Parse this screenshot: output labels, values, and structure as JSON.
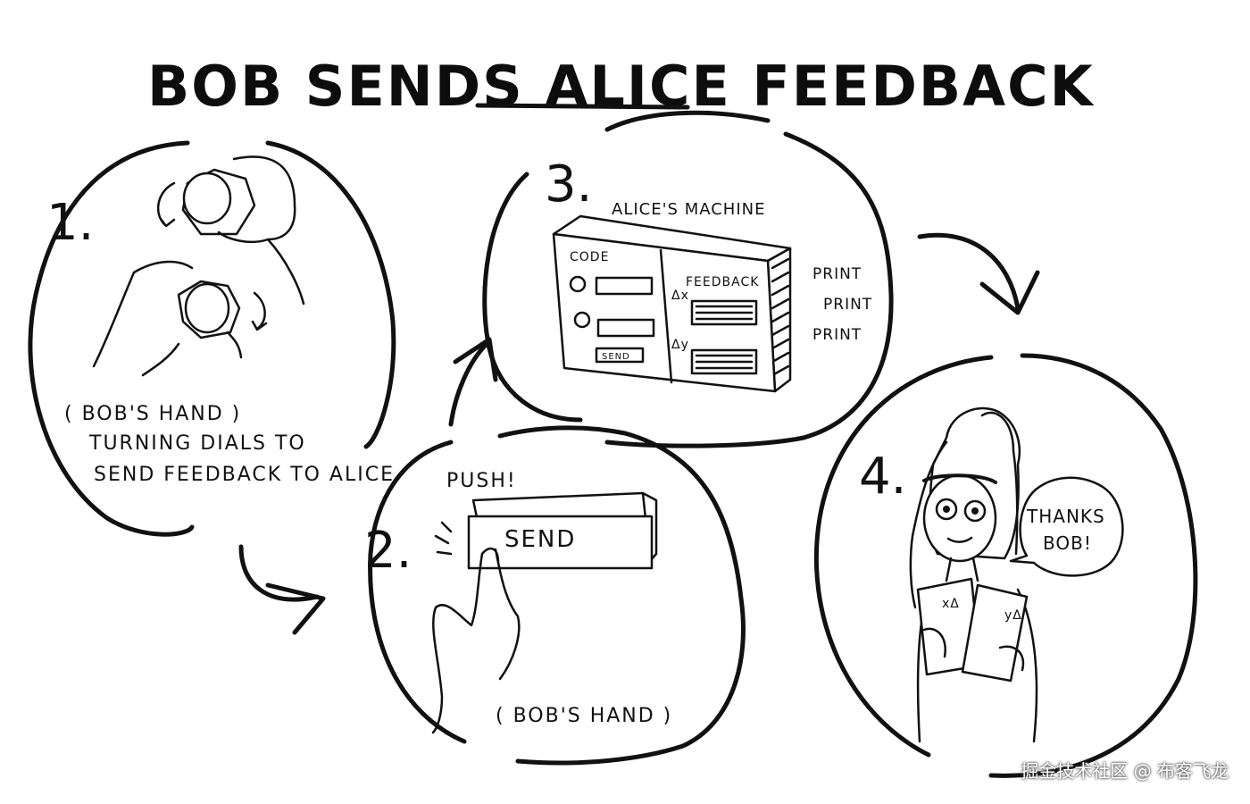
{
  "title": "BOB SENDS ALICE FEEDBACK",
  "steps": [
    {
      "number": "1.",
      "caption": [
        "( BOB'S HAND )",
        "TURNING DIALS TO",
        "SEND FEEDBACK TO ALICE"
      ]
    },
    {
      "number": "2.",
      "exclamation": "PUSH!",
      "button_label": "SEND",
      "caption": "( BOB'S HAND )"
    },
    {
      "number": "3.",
      "machine_title": "ALICE'S MACHINE",
      "code_label": "CODE",
      "feedback_label": "FEEDBACK",
      "dx_label": "Δx",
      "dy_label": "Δy",
      "send_label": "SEND",
      "print_words": [
        "PRINT",
        "PRINT",
        "PRINT"
      ]
    },
    {
      "number": "4.",
      "speech": [
        "THANKS",
        "BOB!"
      ],
      "sheet_left": "xΔ",
      "sheet_right": "yΔ"
    }
  ],
  "watermark": "掘金技术社区 @ 布客飞龙"
}
